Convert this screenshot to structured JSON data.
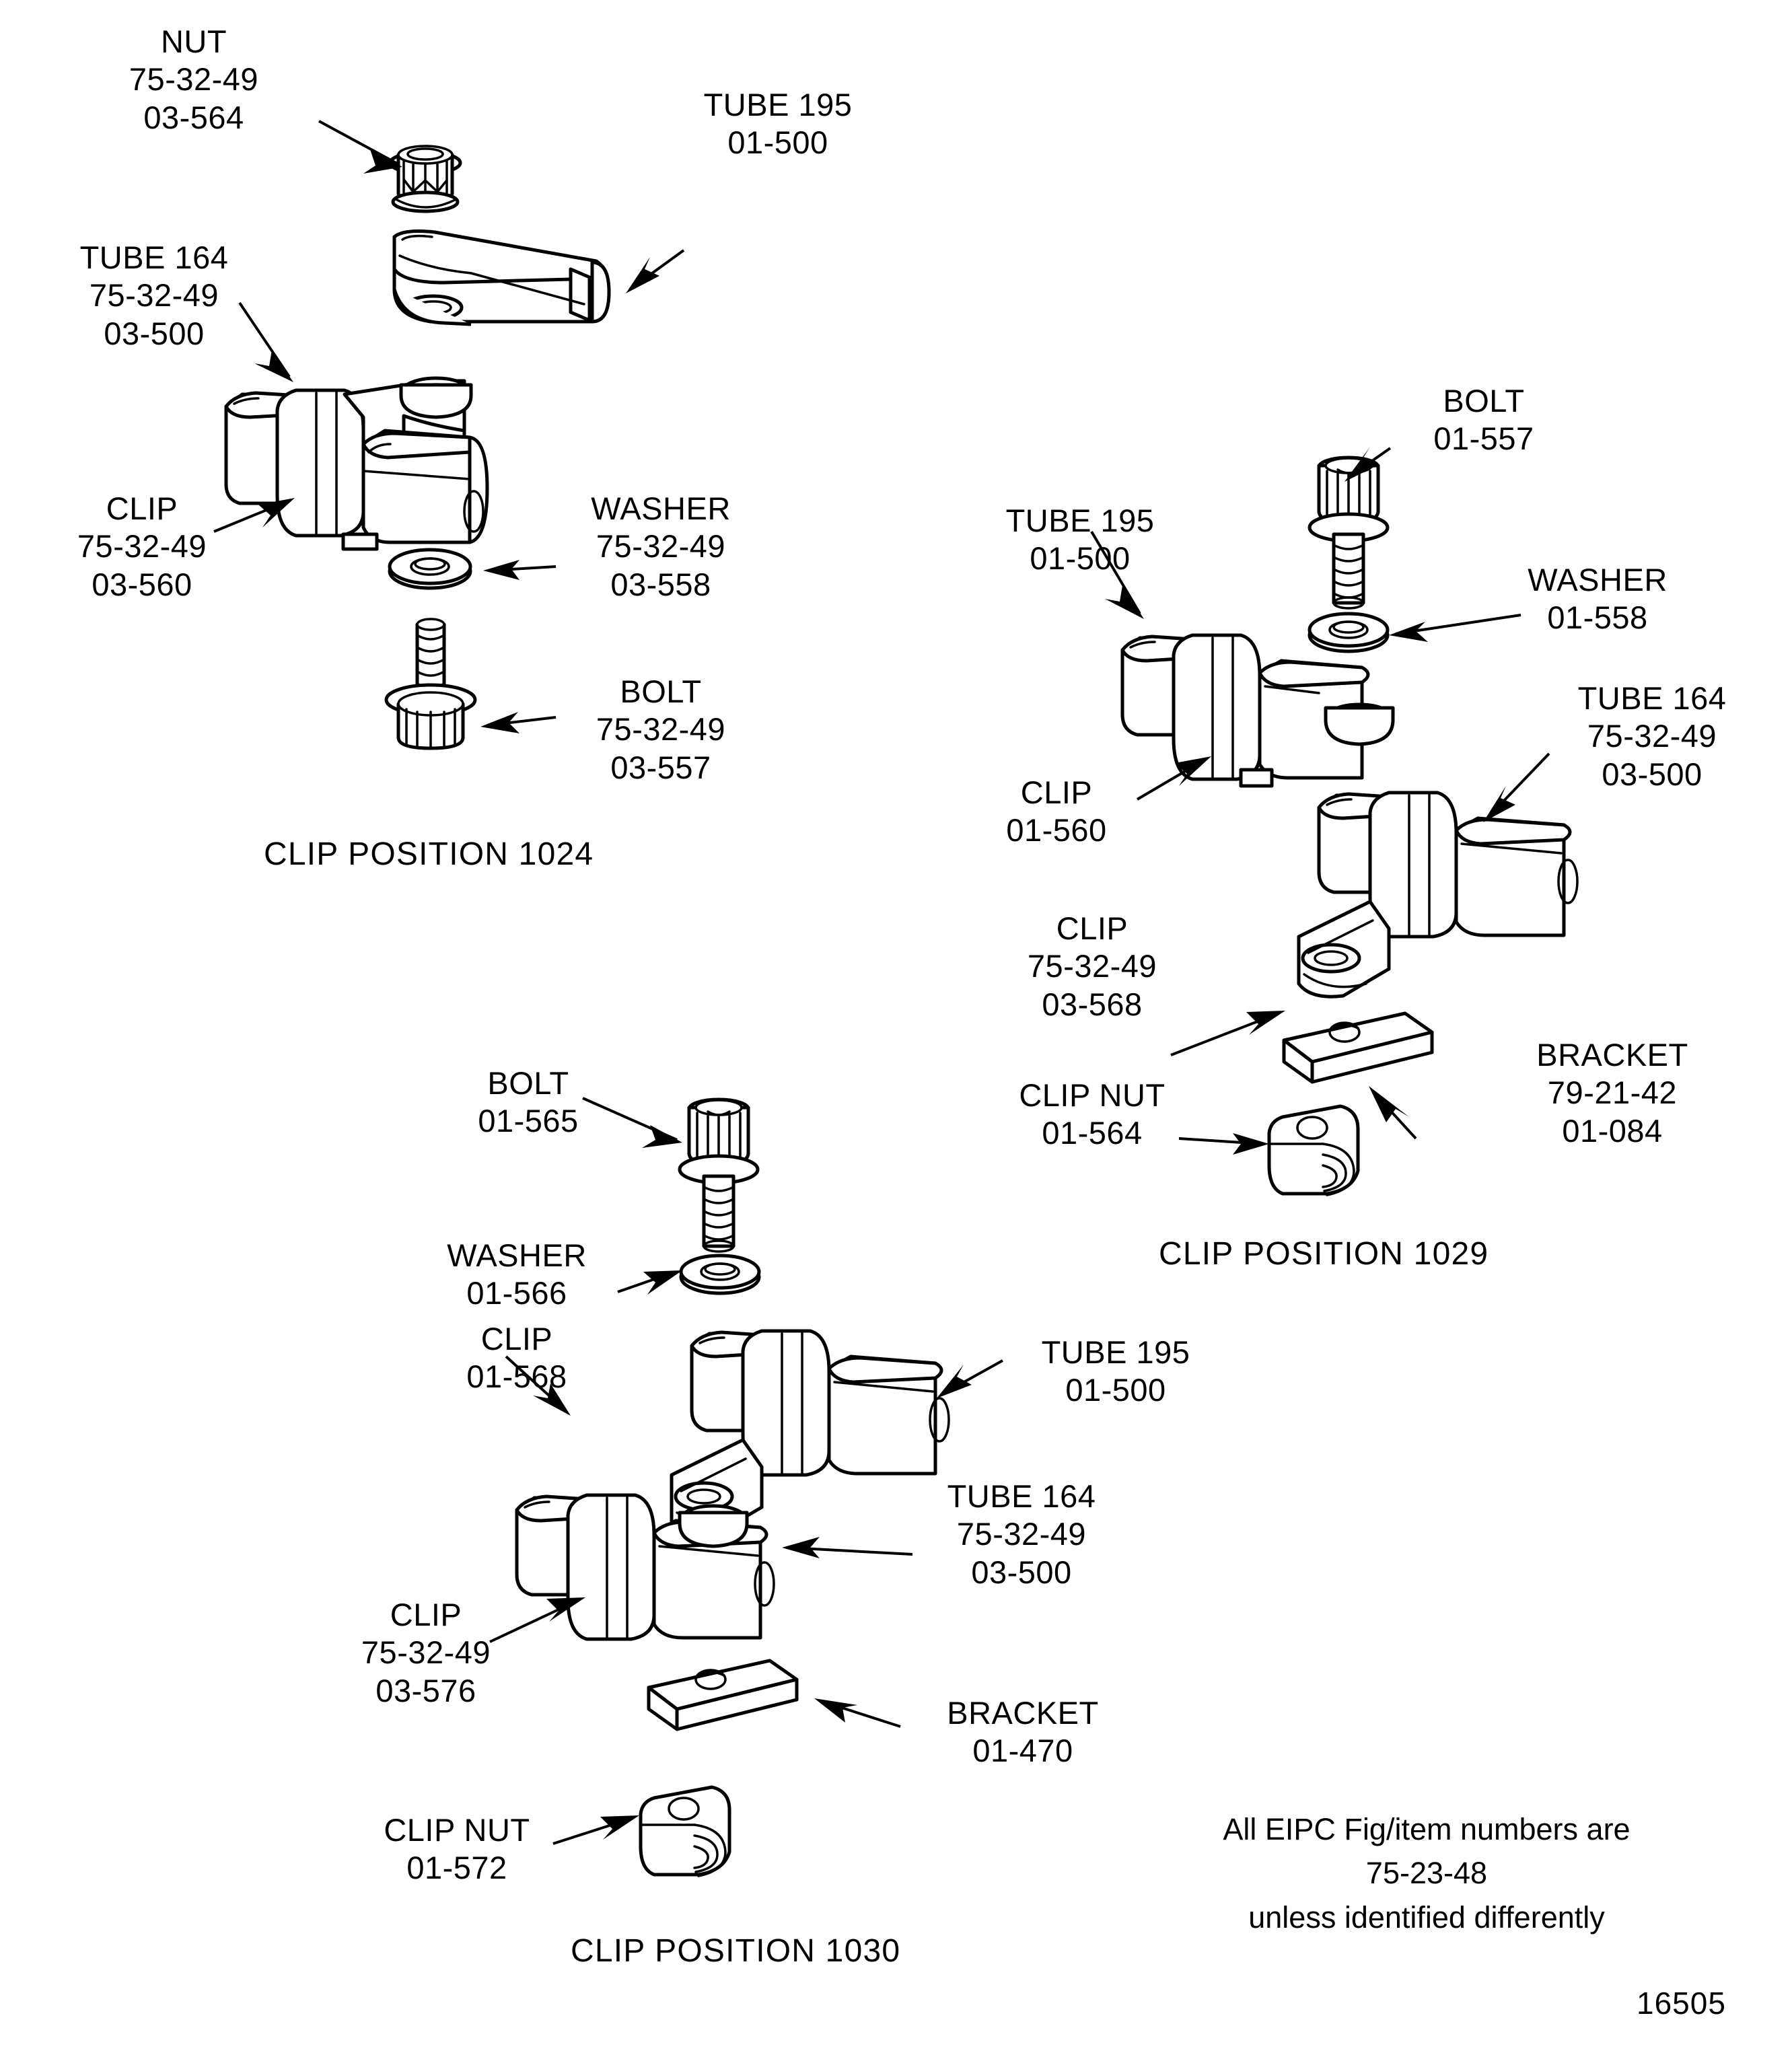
{
  "figure": {
    "number": "16505",
    "note": {
      "line1": "All EIPC Fig/item numbers are",
      "line2": "75-23-48",
      "line3": "unless identified differently"
    }
  },
  "groups": [
    {
      "id": "clip-position-1024",
      "heading": "CLIP POSITION 1024",
      "callouts": [
        {
          "id": "nut",
          "name": "NUT",
          "code1": "75-32-49",
          "code2": "03-564"
        },
        {
          "id": "tube195",
          "name": "TUBE 195",
          "code1": "01-500",
          "code2": ""
        },
        {
          "id": "tube164",
          "name": "TUBE 164",
          "code1": "75-32-49",
          "code2": "03-500"
        },
        {
          "id": "clip",
          "name": "CLIP",
          "code1": "75-32-49",
          "code2": "03-560"
        },
        {
          "id": "washer",
          "name": "WASHER",
          "code1": "75-32-49",
          "code2": "03-558"
        },
        {
          "id": "bolt",
          "name": "BOLT",
          "code1": "75-32-49",
          "code2": "03-557"
        }
      ]
    },
    {
      "id": "clip-position-1029",
      "heading": "CLIP POSITION 1029",
      "callouts": [
        {
          "id": "bolt",
          "name": "BOLT",
          "code1": "01-557",
          "code2": ""
        },
        {
          "id": "washer",
          "name": "WASHER",
          "code1": "01-558",
          "code2": ""
        },
        {
          "id": "tube195",
          "name": "TUBE 195",
          "code1": "01-500",
          "code2": ""
        },
        {
          "id": "tube164",
          "name": "TUBE 164",
          "code1": "75-32-49",
          "code2": "03-500"
        },
        {
          "id": "clip1",
          "name": "CLIP",
          "code1": "01-560",
          "code2": ""
        },
        {
          "id": "clip2",
          "name": "CLIP",
          "code1": "75-32-49",
          "code2": "03-568"
        },
        {
          "id": "bracket",
          "name": "BRACKET",
          "code1": "79-21-42",
          "code2": "01-084"
        },
        {
          "id": "clipnut",
          "name": "CLIP NUT",
          "code1": "01-564",
          "code2": ""
        }
      ]
    },
    {
      "id": "clip-position-1030",
      "heading": "CLIP POSITION 1030",
      "callouts": [
        {
          "id": "bolt",
          "name": "BOLT",
          "code1": "01-565",
          "code2": ""
        },
        {
          "id": "washer",
          "name": "WASHER",
          "code1": "01-566",
          "code2": ""
        },
        {
          "id": "clip1",
          "name": "CLIP",
          "code1": "01-568",
          "code2": ""
        },
        {
          "id": "tube195",
          "name": "TUBE 195",
          "code1": "01-500",
          "code2": ""
        },
        {
          "id": "tube164",
          "name": "TUBE 164",
          "code1": "75-32-49",
          "code2": "03-500"
        },
        {
          "id": "clip2",
          "name": "CLIP",
          "code1": "75-32-49",
          "code2": "03-576"
        },
        {
          "id": "bracket",
          "name": "BRACKET",
          "code1": "01-470",
          "code2": ""
        },
        {
          "id": "clipnut",
          "name": "CLIP NUT",
          "code1": "01-572",
          "code2": ""
        }
      ]
    }
  ],
  "colors": {
    "ink": "#000000",
    "paper": "#ffffff"
  }
}
